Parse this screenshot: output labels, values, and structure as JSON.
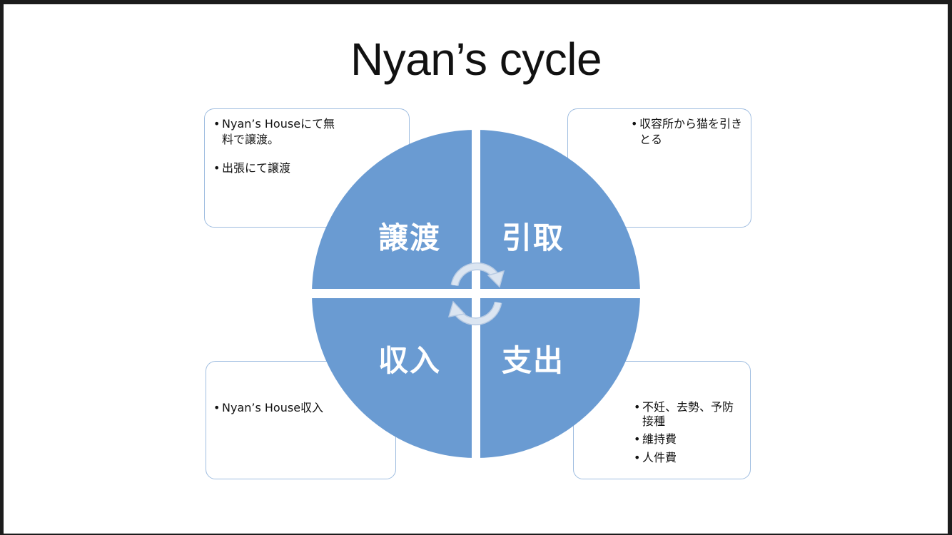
{
  "title": "Nyan’s cycle",
  "quadrants": {
    "top_left": "譲渡",
    "top_right": "引取",
    "bottom_left": "収入",
    "bottom_right": "支出"
  },
  "boxes": {
    "top_left": [
      "Nyan’s Houseにて無料で譲渡。",
      "出張にて譲渡"
    ],
    "top_right": [
      "収容所から猫を引きとる"
    ],
    "bottom_left": [
      "Nyan’s House収入"
    ],
    "bottom_right": [
      "不妊、去勢、予防接種",
      "維持費",
      "人件費"
    ]
  },
  "colors": {
    "quadrant": "#6a9bd2",
    "box_border": "#9fbde0",
    "arrow": "#dbe5f1"
  }
}
